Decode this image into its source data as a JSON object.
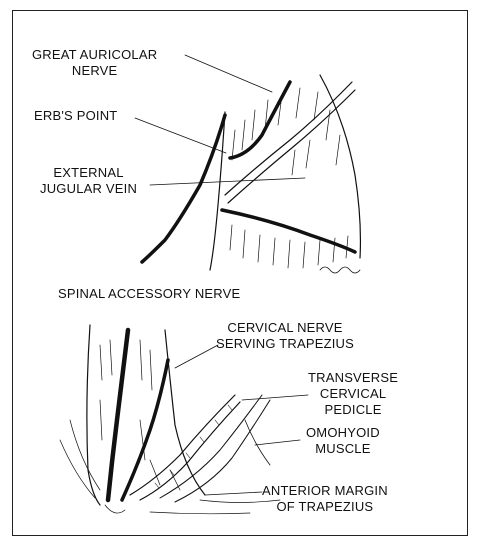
{
  "labels": {
    "great_auricular_nerve": [
      "GREAT AURICOLAR",
      "NERVE"
    ],
    "erbs_point": "ERB'S POINT",
    "external_jugular_vein": [
      "EXTERNAL",
      "JUGULAR VEIN"
    ],
    "spinal_accessory_nerve": "SPINAL ACCESSORY NERVE",
    "cervical_nerve_trapezius": [
      "CERVICAL NERVE",
      "SERVING TRAPEZIUS"
    ],
    "transverse_cervical_pedicle": [
      "TRANSVERSE",
      "CERVICAL",
      "PEDICLE"
    ],
    "omohyoid_muscle": [
      "OMOHYOID",
      "MUSCLE"
    ],
    "anterior_margin_trapezius": [
      "ANTERIOR MARGIN",
      "OF TRAPEZIUS"
    ]
  },
  "colors": {
    "ink": "#111111",
    "frame": "#222222"
  }
}
